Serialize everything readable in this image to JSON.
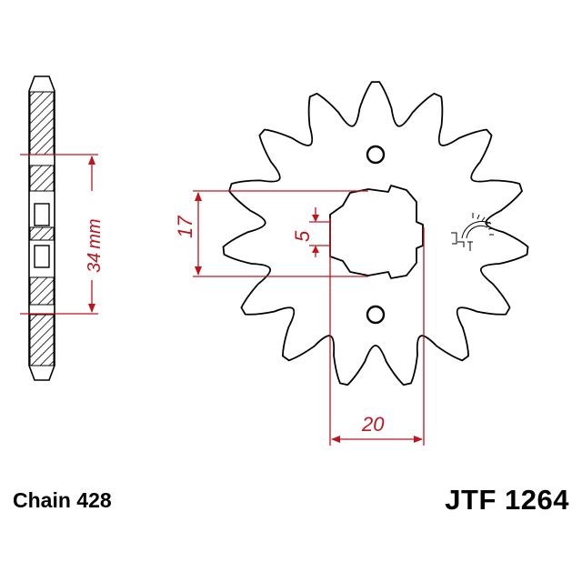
{
  "drawing": {
    "teeth_count": 15,
    "side_view_dimension": {
      "value": "34",
      "unit": "mm"
    },
    "dimensions": {
      "bore_flats": "17",
      "spline_width": "5",
      "bore_diameter": "20"
    },
    "colors": {
      "outline": "#000000",
      "dimension": "#c0141c",
      "hatch": "#000000"
    }
  },
  "footer": {
    "chain": "Chain 428",
    "part_number": "JTF 1264"
  }
}
